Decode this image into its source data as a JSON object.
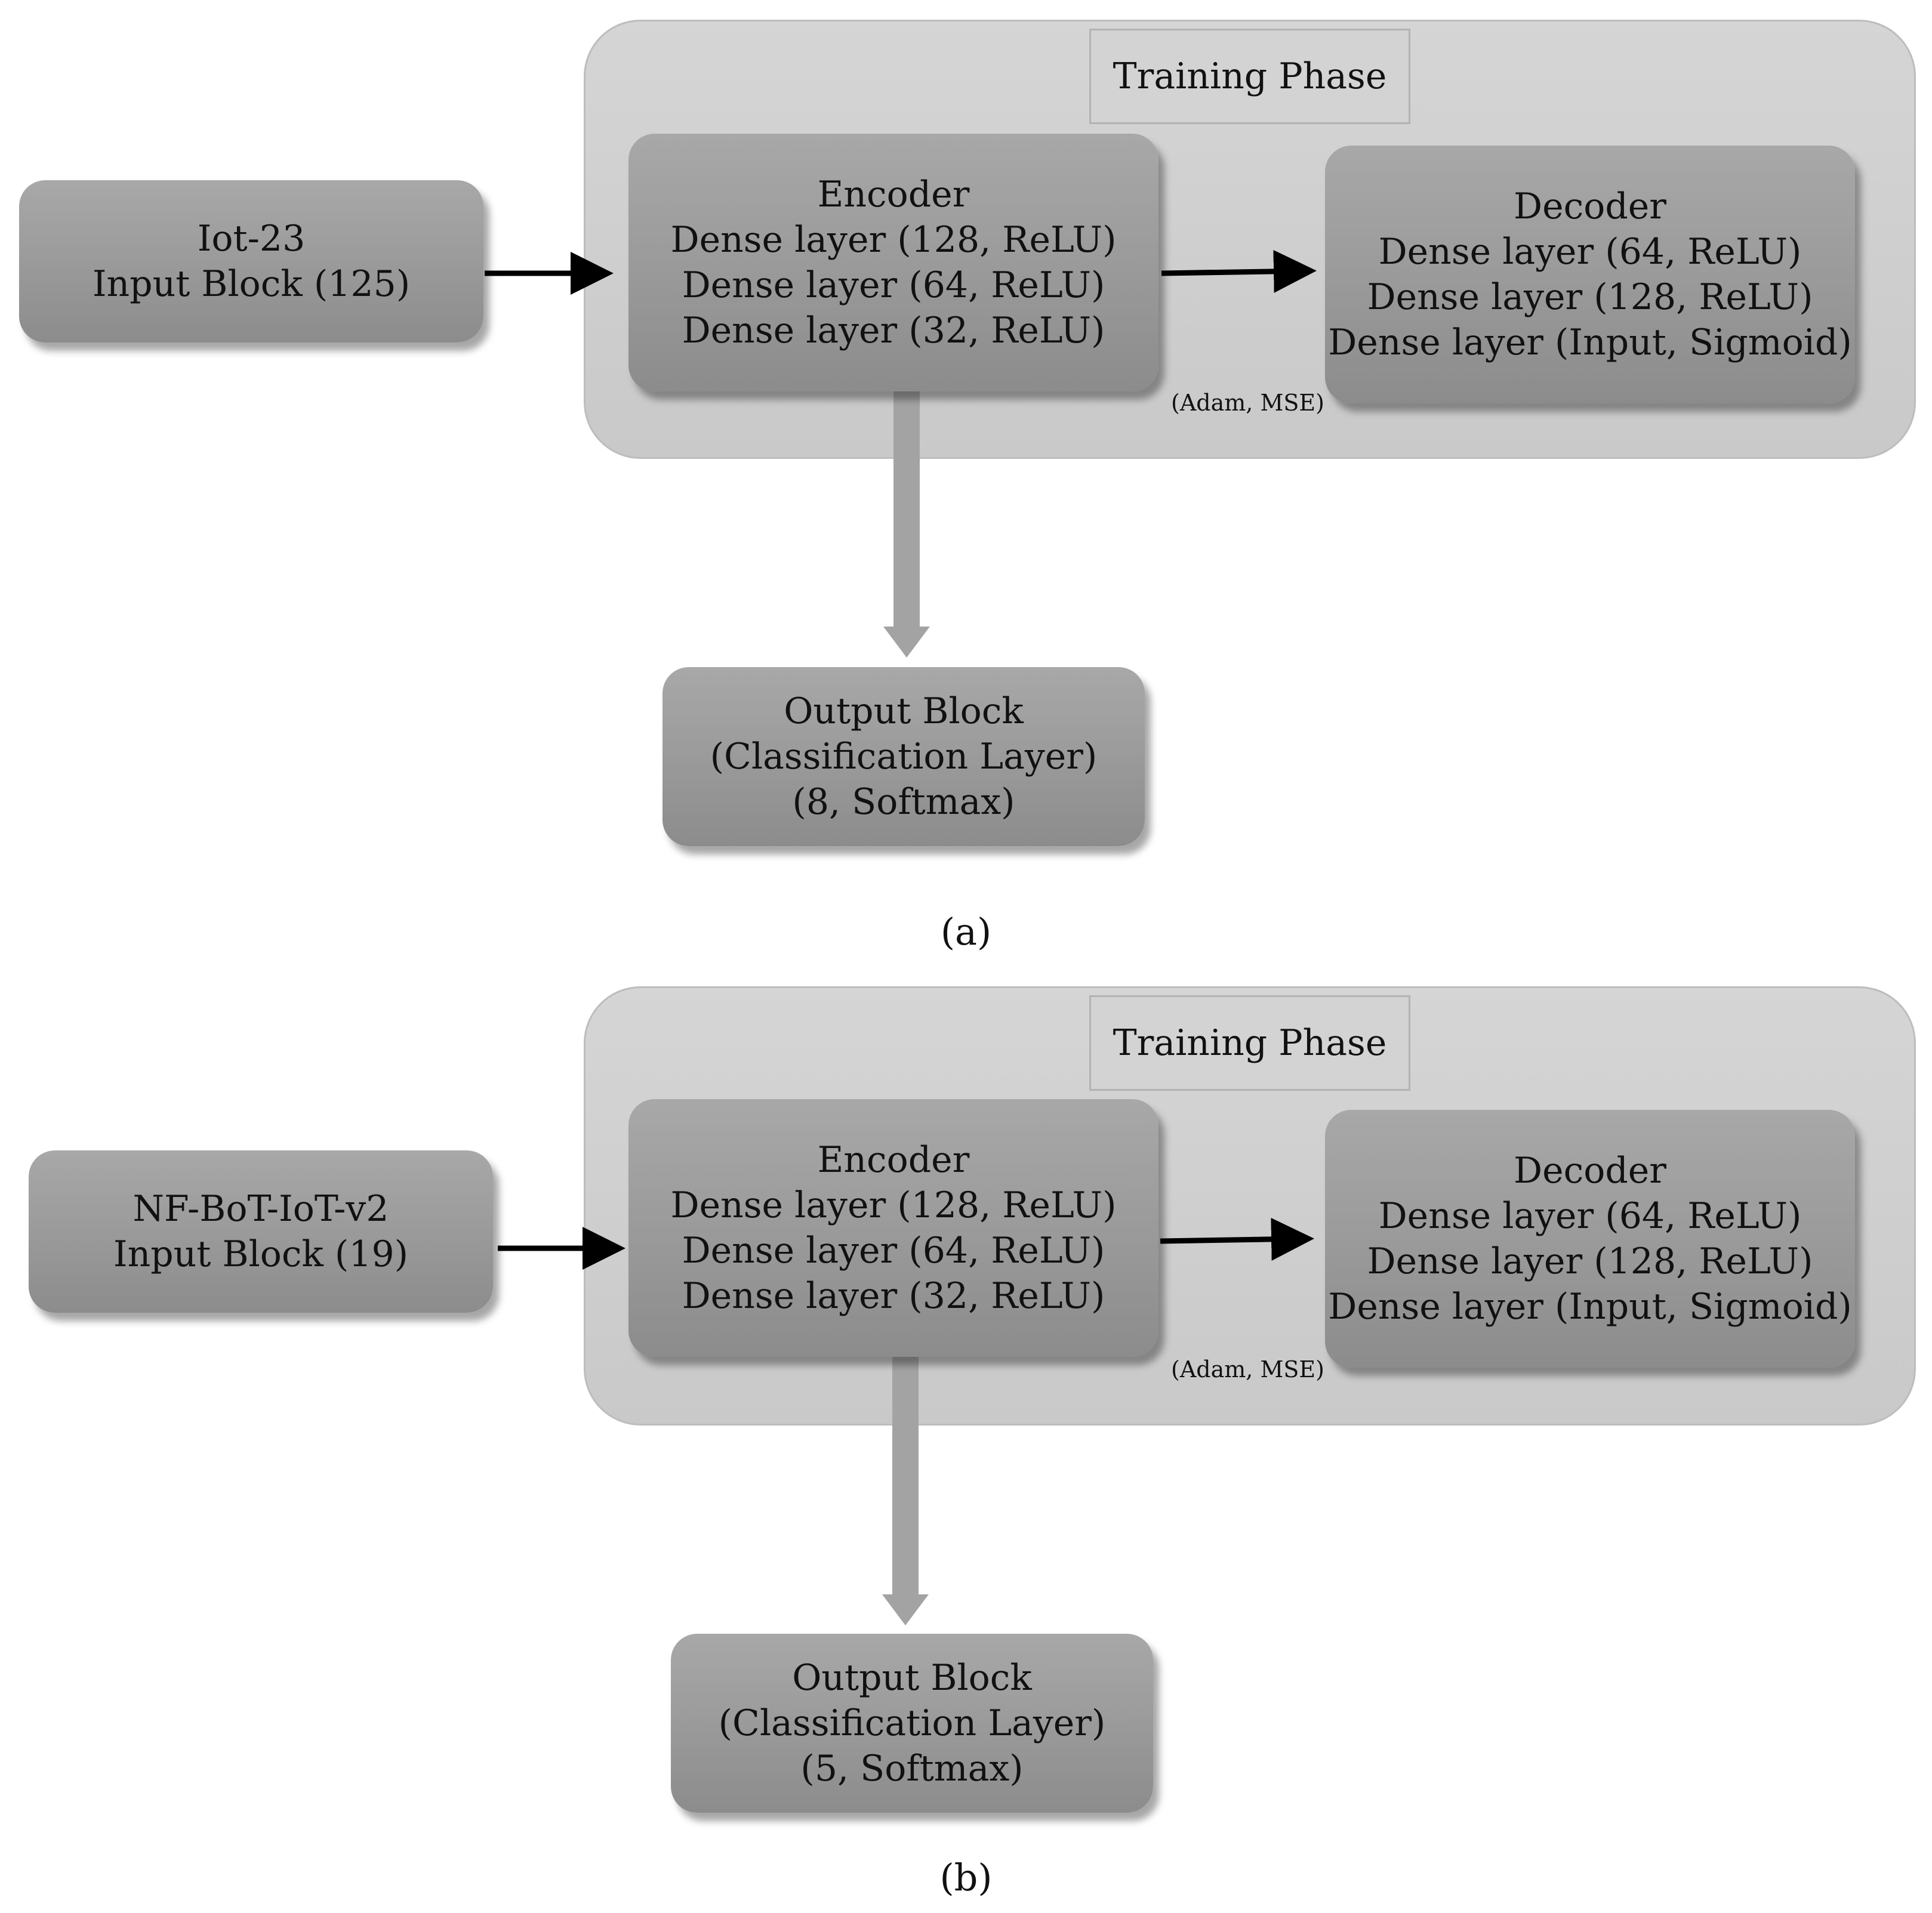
{
  "panels": [
    {
      "label": "(a)",
      "training_phase_label": "Training Phase",
      "input_block": [
        "Iot-23",
        "Input Block (125)"
      ],
      "encoder": [
        "Encoder",
        "Dense layer (128, ReLU)",
        "Dense layer (64, ReLU)",
        "Dense layer (32, ReLU)"
      ],
      "decoder": [
        "Decoder",
        "Dense layer (64, ReLU)",
        "Dense layer (128, ReLU)",
        "Dense layer (Input, Sigmoid)"
      ],
      "optimizer_note": "(Adam, MSE)",
      "output_block": [
        "Output Block",
        "(Classification Layer)",
        "(8, Softmax)"
      ]
    },
    {
      "label": "(b)",
      "training_phase_label": "Training Phase",
      "input_block": [
        "NF-BoT-IoT-v2",
        "Input Block (19)"
      ],
      "encoder": [
        "Encoder",
        "Dense layer (128, ReLU)",
        "Dense layer (64, ReLU)",
        "Dense layer (32, ReLU)"
      ],
      "decoder": [
        "Decoder",
        "Dense layer (64, ReLU)",
        "Dense layer (128, ReLU)",
        "Dense layer (Input, Sigmoid)"
      ],
      "optimizer_note": "(Adam, MSE)",
      "output_block": [
        "Output Block",
        "(Classification Layer)",
        "(5, Softmax)"
      ]
    }
  ],
  "colors": {
    "block_fill": "#9c9c9c",
    "training_area_fill": "#d0d0d0",
    "arrow_black": "#000000",
    "arrow_gray": "#a3a3a3"
  }
}
